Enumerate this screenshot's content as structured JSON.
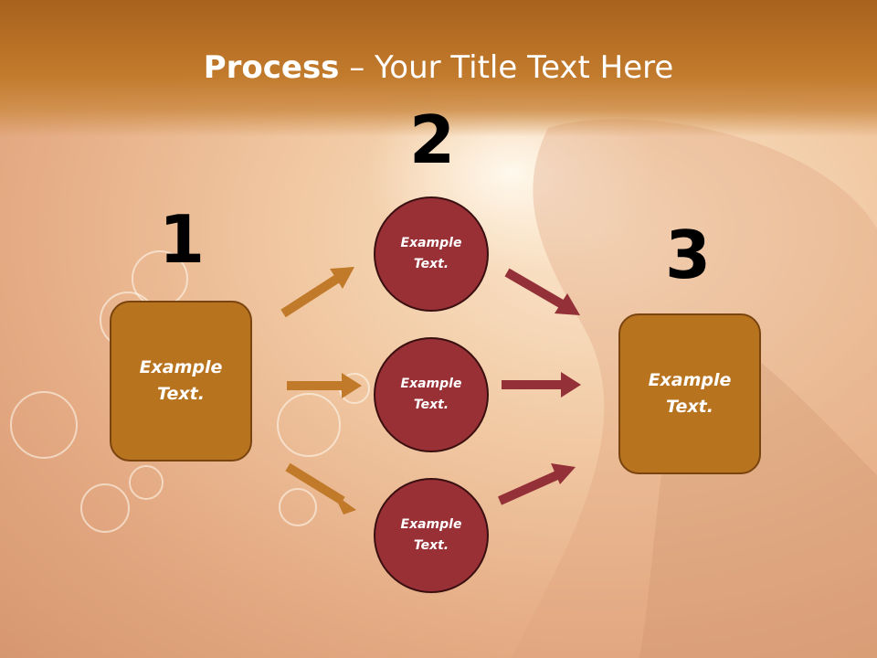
{
  "slide": {
    "title_bold": "Process",
    "title_rest": " – Your Title Text Here",
    "step_numbers": [
      "1",
      "2",
      "3"
    ],
    "left_box_text": "Example\nText.",
    "circles": [
      "Example\nText.",
      "Example\nText.",
      "Example\nText."
    ],
    "right_box_text": "Example\nText."
  },
  "colors": {
    "header": "#b8702a",
    "box_fill": "#b8731f",
    "circle_fill": "#983036",
    "arrow_orange": "#c07a2a",
    "arrow_red": "#943038"
  }
}
